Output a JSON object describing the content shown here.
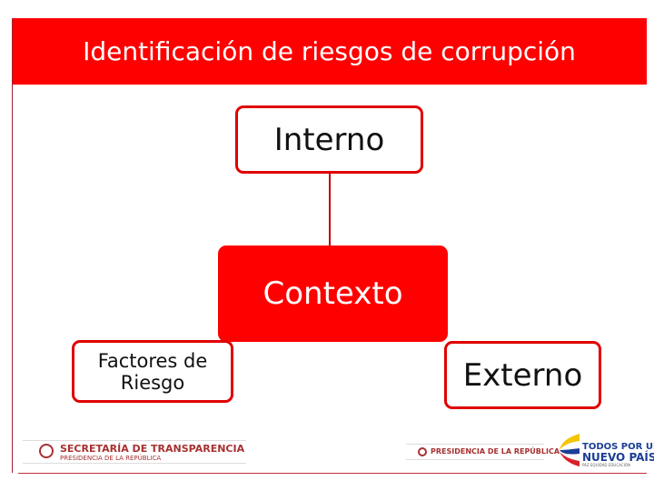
{
  "title": "Identificación de riesgos de corrupción",
  "nodes": {
    "interno": "Interno",
    "contexto": "Contexto",
    "factores": "Factores de Riesgo",
    "externo": "Externo"
  },
  "footer": {
    "secretaria_line1": "SECRETARÍA DE TRANSPARENCIA",
    "secretaria_line2": "PRESIDENCIA DE LA REPÚBLICA",
    "presidencia": "PRESIDENCIA DE LA REPÚBLICA",
    "todos_line1": "TODOS POR UN",
    "todos_line2": "NUEVO PAÍS",
    "todos_line3": "PAZ EQUIDAD EDUCACIÓN"
  },
  "colors": {
    "accent": "#ff0000"
  }
}
